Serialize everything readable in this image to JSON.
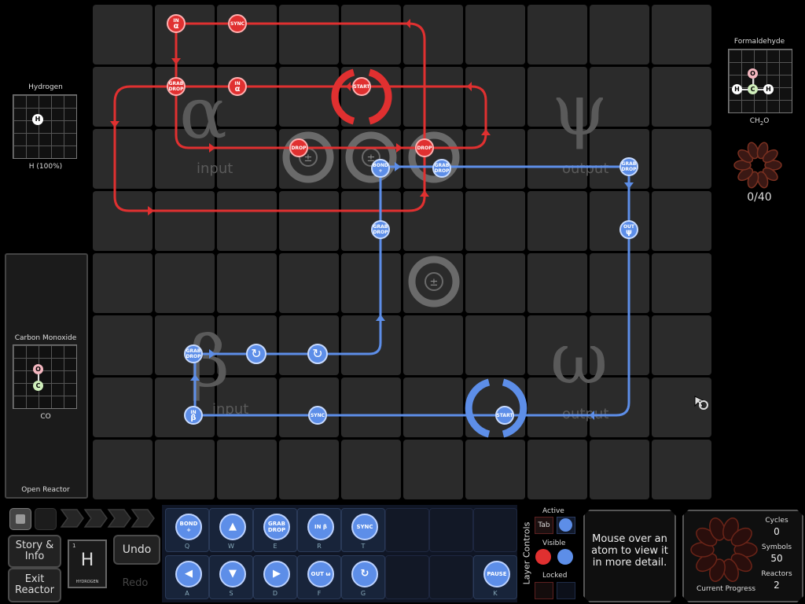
{
  "reactor": {
    "input_alpha_label": "input",
    "input_beta_label": "input",
    "output_psi_label": "output",
    "output_omega_label": "output",
    "glyph_alpha": "α",
    "glyph_beta": "β",
    "glyph_psi": "ψ",
    "glyph_omega": "ω"
  },
  "inputs": {
    "top": {
      "title": "Hydrogen",
      "atom": "H",
      "formula": "H (100%)"
    },
    "bottom": {
      "title": "Carbon Monoxide",
      "atom_top": "O",
      "atom_bottom": "C",
      "formula": "CO"
    },
    "open_reactor": "Open Reactor"
  },
  "output": {
    "title": "Formaldehyde",
    "atoms": {
      "o": "O",
      "c": "C",
      "h1": "H",
      "h2": "H"
    },
    "formula": "CH",
    "formula_sub": "2",
    "formula_end": "O",
    "progress": "0/40",
    "progress_done": 0,
    "progress_total": 40
  },
  "red_waldo": {
    "color": "#e03030",
    "instr_in_top": [
      "IN",
      "α"
    ],
    "instr_sync": "SYNC",
    "instr_grab_drop": [
      "GRAB",
      "DROP"
    ],
    "instr_in_mid": [
      "IN",
      "α"
    ],
    "instr_start": "START",
    "instr_drop1": "DROP",
    "instr_drop2": "DROP"
  },
  "blue_waldo": {
    "color": "#5d8ee8",
    "instr_bond": [
      "BOND",
      "+"
    ],
    "instr_grab_drop_a": [
      "GRAB",
      "DROP"
    ],
    "instr_grab_drop_b": [
      "GRAB",
      "DROP"
    ],
    "instr_grab_drop_c": [
      "GRAB",
      "DROP"
    ],
    "instr_grab_drop_d": [
      "GRAB",
      "DROP"
    ],
    "instr_out": [
      "OUT",
      "ψ"
    ],
    "instr_in": [
      "IN",
      "β"
    ],
    "instr_sync": "SYNC",
    "instr_start": "START"
  },
  "bond_symbol": "±",
  "toolbar": {
    "story_info": "Story & Info",
    "exit_reactor": "Exit Reactor",
    "undo": "Undo",
    "redo": "Redo",
    "element_symbol": "H",
    "element_number": "1",
    "element_name": "HYDROGEN",
    "commands_top": [
      {
        "icon": "BOND +",
        "key": "Q"
      },
      {
        "icon": "▲",
        "key": "W"
      },
      {
        "icon": "GRAB DROP",
        "key": "E"
      },
      {
        "icon": "IN β",
        "key": "R"
      },
      {
        "icon": "SYNC",
        "key": "T"
      }
    ],
    "commands_bottom": [
      {
        "icon": "◀",
        "key": "A"
      },
      {
        "icon": "▼",
        "key": "S"
      },
      {
        "icon": "▶",
        "key": "D"
      },
      {
        "icon": "OUT ω",
        "key": "F"
      },
      {
        "icon": "↻",
        "key": "G"
      }
    ],
    "pause": {
      "icon": "PAUSE",
      "key": "K"
    }
  },
  "layers": {
    "title": "Layer Controls",
    "active": "Active",
    "tab": "Tab",
    "visible": "Visible",
    "locked": "Locked"
  },
  "info_box": "Mouse over an atom to view it in more detail.",
  "stats": {
    "cycles_label": "Cycles",
    "cycles_value": "0",
    "symbols_label": "Symbols",
    "symbols_value": "50",
    "reactors_label": "Reactors",
    "reactors_value": "2",
    "current_progress": "Current Progress"
  }
}
